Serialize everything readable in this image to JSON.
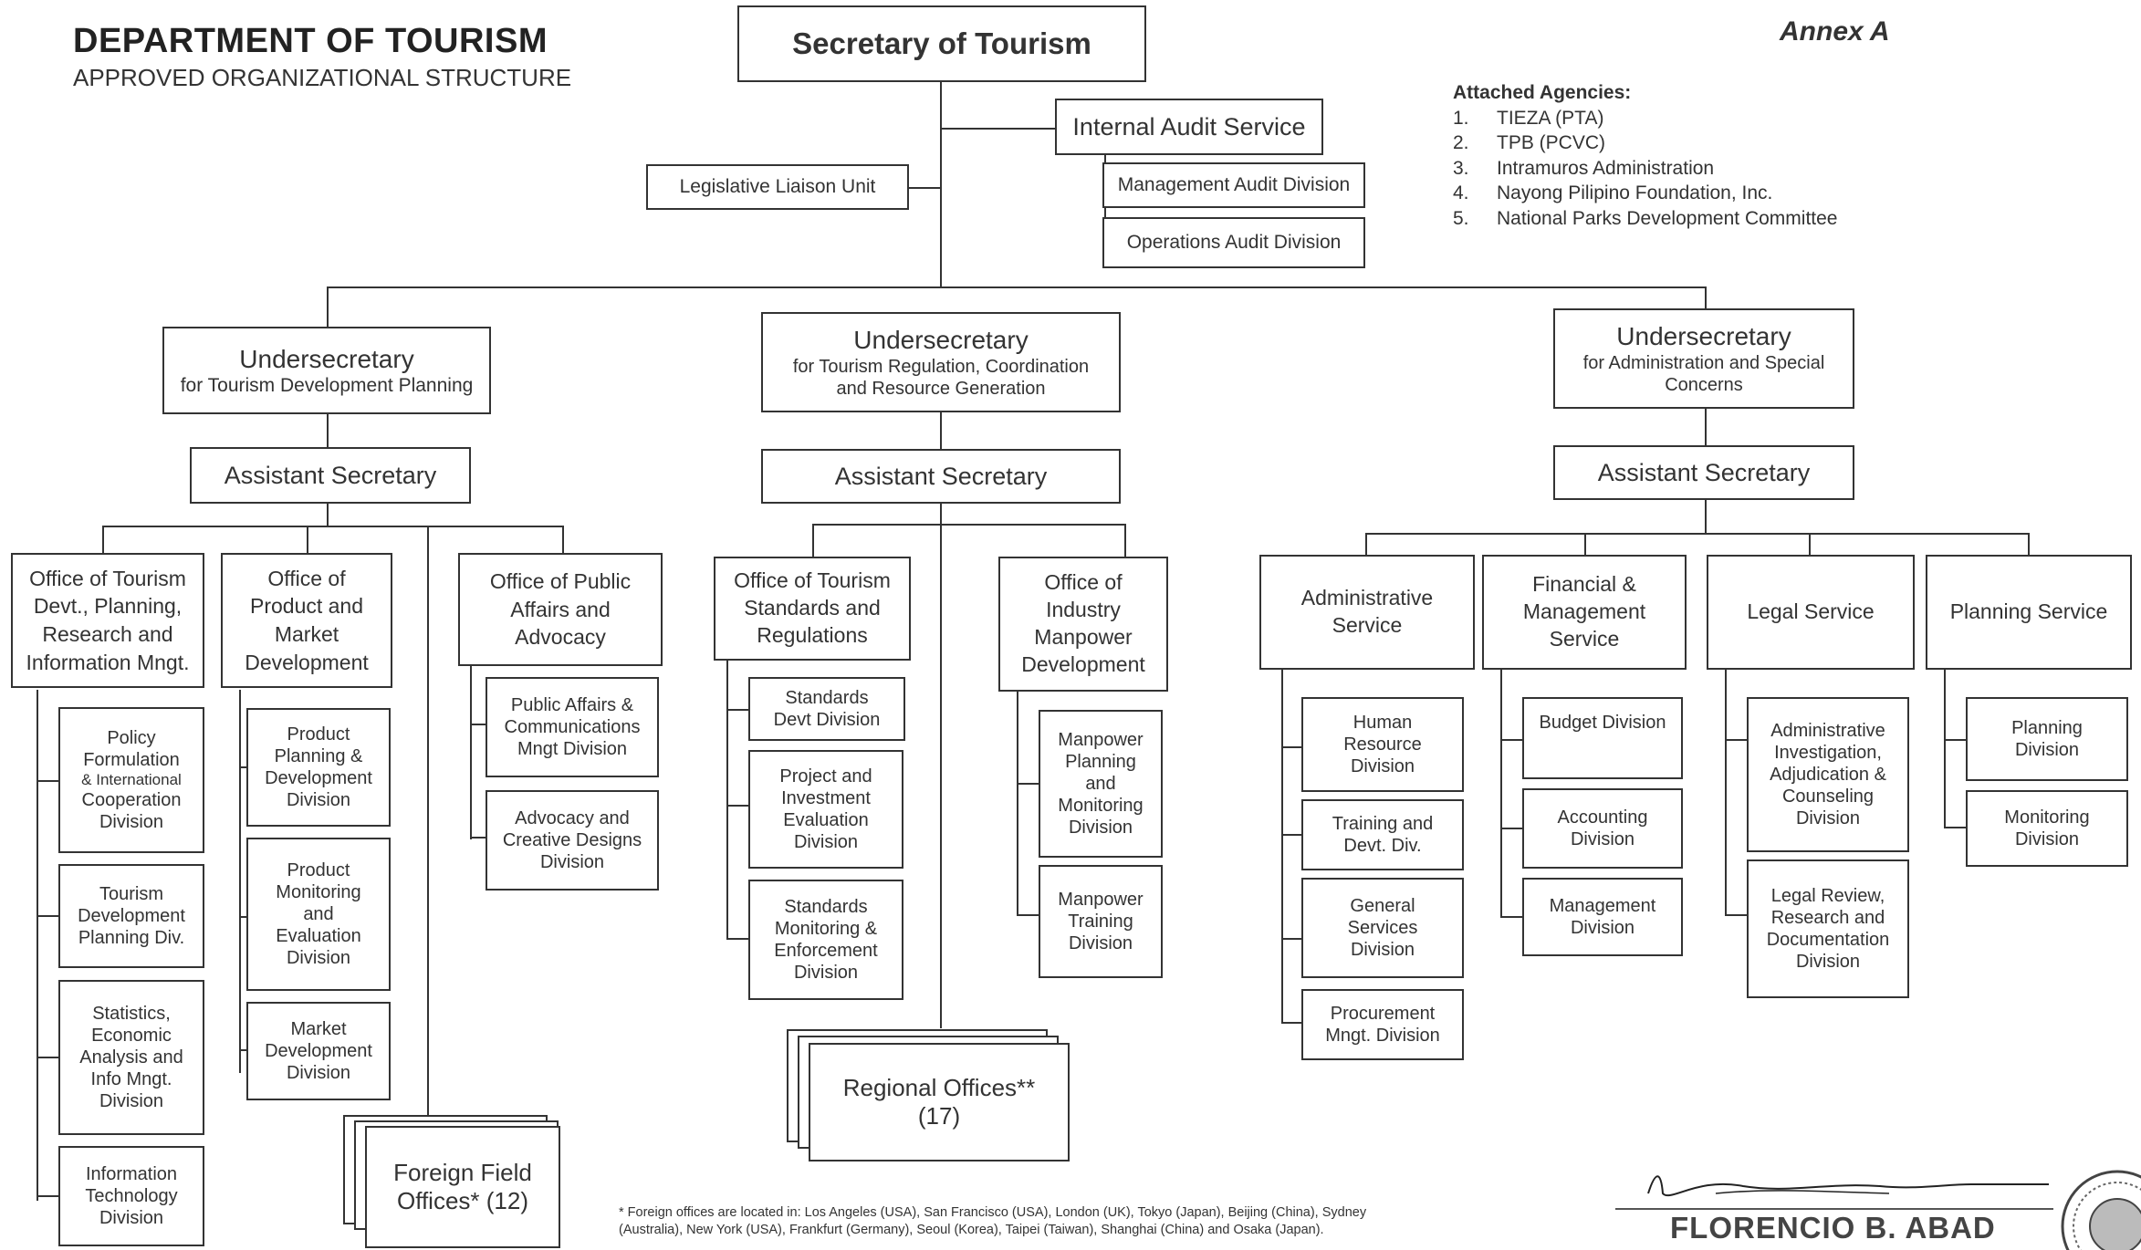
{
  "header": {
    "title": "DEPARTMENT OF TOURISM",
    "subtitle": "APPROVED ORGANIZATIONAL STRUCTURE",
    "annex": "Annex A"
  },
  "attached_agencies": {
    "heading": "Attached Agencies:",
    "items": [
      {
        "num": "1.",
        "name": "TIEZA  (PTA)"
      },
      {
        "num": "2.",
        "name": "TPB (PCVC)"
      },
      {
        "num": "3.",
        "name": "Intramuros Administration"
      },
      {
        "num": "4.",
        "name": "Nayong Pilipino Foundation, Inc."
      },
      {
        "num": "5.",
        "name": "National Parks Development Committee"
      }
    ]
  },
  "top": {
    "secretary": "Secretary of Tourism",
    "internal_audit": "Internal Audit Service",
    "legislative": "Legislative Liaison Unit",
    "mgmt_audit": "Management Audit Division",
    "ops_audit": "Operations Audit Division"
  },
  "left": {
    "usec_title": "Undersecretary",
    "usec_sub": "for Tourism Development Planning",
    "asec": "Assistant Secretary",
    "office1": [
      "Office of Tourism",
      "Devt., Planning,",
      "Research and",
      "Information Mngt."
    ],
    "office2": [
      "Office of",
      "Product and",
      "Market",
      "Development"
    ],
    "office3": [
      "Office of Public",
      "Affairs and",
      "Advocacy"
    ],
    "o1_divs": [
      [
        "Policy",
        "Formulation",
        "& International",
        "Cooperation",
        "Division"
      ],
      [
        "Tourism",
        "Development",
        "Planning Div."
      ],
      [
        "Statistics,",
        "Economic",
        "Analysis and",
        "Info Mngt.",
        "Division"
      ],
      [
        "Information",
        "Technology",
        "Division"
      ]
    ],
    "o2_divs": [
      [
        "Product",
        "Planning &",
        "Development",
        "Division"
      ],
      [
        "Product",
        "Monitoring",
        "and",
        "Evaluation",
        "Division"
      ],
      [
        "Market",
        "Development",
        "Division"
      ]
    ],
    "o3_divs": [
      [
        "Public Affairs &",
        "Communications",
        "Mngt Division"
      ],
      [
        "Advocacy and",
        "Creative Designs",
        "Division"
      ]
    ],
    "foreign": [
      "Foreign Field",
      "Offices* (12)"
    ]
  },
  "center": {
    "usec_title": "Undersecretary",
    "usec_sub1": "for Tourism Regulation, Coordination",
    "usec_sub2": "and Resource Generation",
    "asec": "Assistant Secretary",
    "office1": [
      "Office of Tourism",
      "Standards and",
      "Regulations"
    ],
    "office2": [
      "Office of",
      "Industry",
      "Manpower",
      "Development"
    ],
    "o1_divs": [
      [
        "Standards",
        "Devt Division"
      ],
      [
        "Project and",
        "Investment",
        "Evaluation",
        "Division"
      ],
      [
        "Standards",
        "Monitoring &",
        "Enforcement",
        "Division"
      ]
    ],
    "o2_divs": [
      [
        "Manpower",
        "Planning",
        "and",
        "Monitoring",
        "Division"
      ],
      [
        "Manpower",
        "Training",
        "Division"
      ]
    ],
    "regional": [
      "Regional Offices**",
      "(17)"
    ]
  },
  "right": {
    "usec_title": "Undersecretary",
    "usec_sub1": "for Administration and Special",
    "usec_sub2": "Concerns",
    "asec": "Assistant Secretary",
    "services": [
      [
        "Administrative",
        "Service"
      ],
      [
        "Financial &",
        "Management",
        "Service"
      ],
      [
        "Legal Service"
      ],
      [
        "Planning Service"
      ]
    ],
    "admin_divs": [
      [
        "Human",
        "Resource",
        "Division"
      ],
      [
        "Training  and",
        "Devt. Div."
      ],
      [
        "General",
        "Services",
        "Division"
      ],
      [
        "Procurement",
        "Mngt. Division"
      ]
    ],
    "fin_divs": [
      [
        "Budget Division"
      ],
      [
        "Accounting",
        "Division"
      ],
      [
        "Management",
        "Division"
      ]
    ],
    "legal_divs": [
      [
        "Administrative",
        "Investigation,",
        "Adjudication &",
        "Counseling",
        "Division"
      ],
      [
        "Legal Review,",
        "Research and",
        "Documentation",
        "Division"
      ]
    ],
    "plan_divs": [
      [
        "Planning",
        "Division"
      ],
      [
        "Monitoring",
        "Division"
      ]
    ]
  },
  "footnote": "* Foreign offices are located in: Los Angeles (USA), San Francisco (USA), London (UK), Tokyo (Japan), Beijing (China), Sydney (Australia), New York (USA), Frankfurt (Germany), Seoul (Korea), Taipei (Taiwan), Shanghai (China) and Osaka (Japan).",
  "signer": "FLORENCIO B. ABAD"
}
